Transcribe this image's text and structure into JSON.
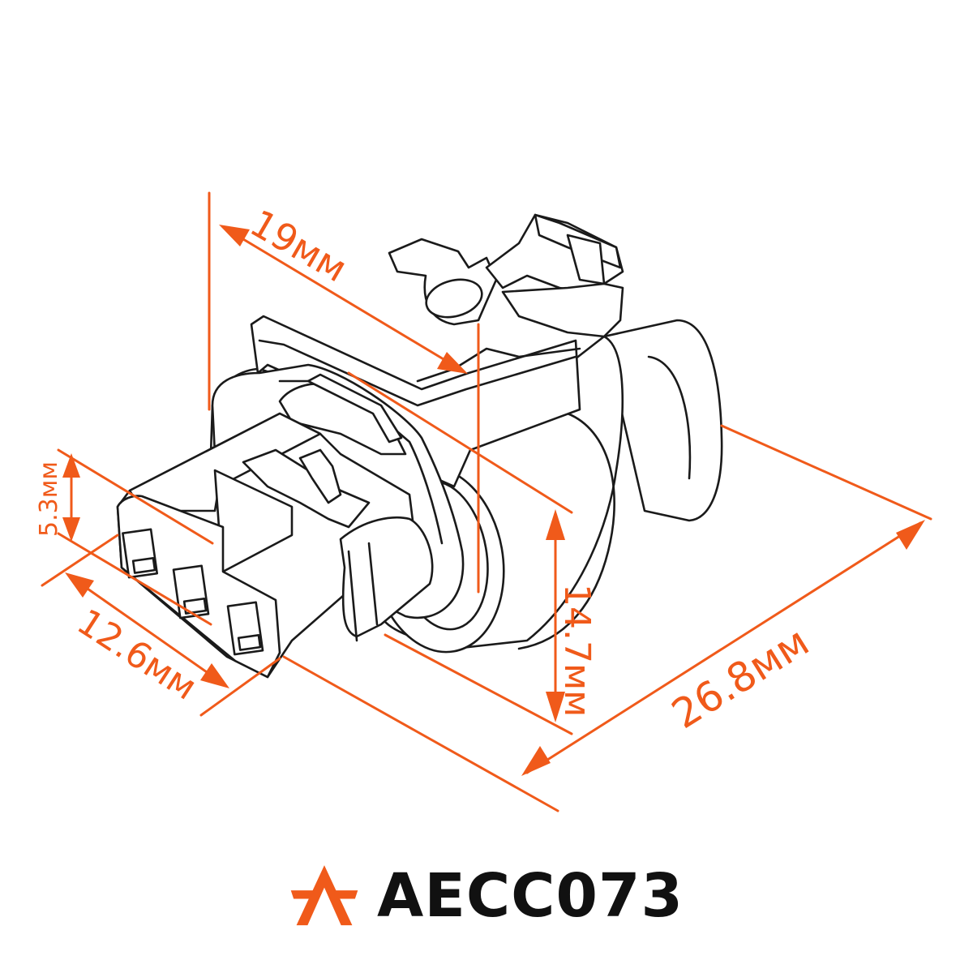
{
  "colors": {
    "accent": "#F05A1A",
    "outline": "#1a1a1a",
    "fill": "#ffffff"
  },
  "dimensions": {
    "width_top": "19мм",
    "height": "14.7мм",
    "length": "26.8мм",
    "front_width": "12.6мм",
    "front_height": "5.3мм"
  },
  "product": {
    "code": "AECC073",
    "logo_icon": "brand-a-logo-icon"
  }
}
